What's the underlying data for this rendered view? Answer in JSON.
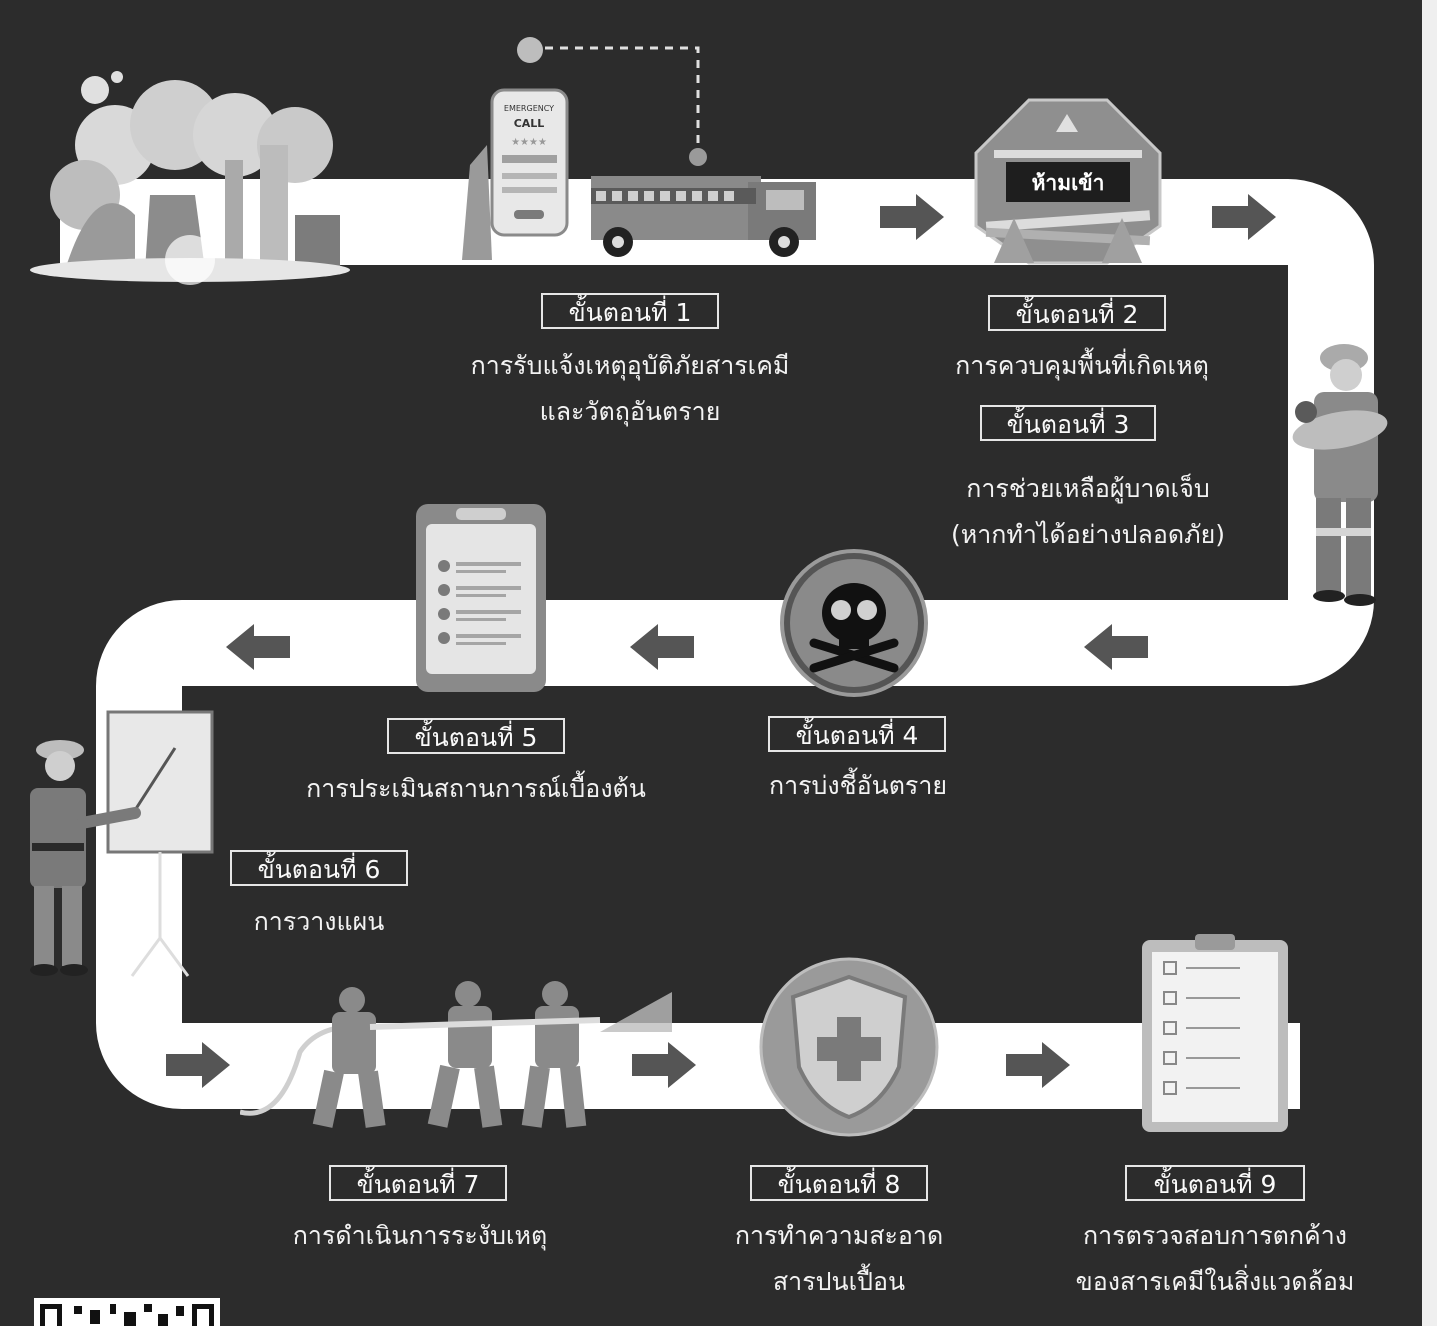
{
  "steps": [
    {
      "label": "ขั้นตอนที่ 1",
      "desc": [
        "การรับแจ้งเหตุอุบัติภัยสารเคมี",
        "และวัตถุอันตราย"
      ]
    },
    {
      "label": "ขั้นตอนที่ 2",
      "desc": [
        "การควบคุมพื้นที่เกิดเหตุ"
      ]
    },
    {
      "label": "ขั้นตอนที่ 3",
      "desc": [
        "การช่วยเหลือผู้บาดเจ็บ",
        "(หากทำได้อย่างปลอดภัย)"
      ]
    },
    {
      "label": "ขั้นตอนที่ 4",
      "desc": [
        "การบ่งชี้อันตราย"
      ]
    },
    {
      "label": "ขั้นตอนที่ 5",
      "desc": [
        "การประเมินสถานการณ์เบื้องต้น"
      ]
    },
    {
      "label": "ขั้นตอนที่ 6",
      "desc": [
        "การวางแผน"
      ]
    },
    {
      "label": "ขั้นตอนที่ 7",
      "desc": [
        "การดำเนินการระงับเหตุ"
      ]
    },
    {
      "label": "ขั้นตอนที่ 8",
      "desc": [
        "การทำความสะอาด",
        "สารปนเปื้อน"
      ]
    },
    {
      "label": "ขั้นตอนที่ 9",
      "desc": [
        "การตรวจสอบการตกค้าง",
        "ของสารเคมีในสิ่งแวดล้อม"
      ]
    }
  ],
  "phone": {
    "line1": "EMERGENCY",
    "line2": "CALL"
  },
  "sign": {
    "text": "ห้ามเข้า"
  },
  "icons": [
    "factory-icon",
    "phone-icon",
    "fire-truck-icon",
    "no-entry-sign-icon",
    "firefighter-rescue-icon",
    "skull-crossbones-icon",
    "clipboard-icon",
    "instructor-icon",
    "firefighters-hose-icon",
    "shield-cross-icon",
    "checklist-icon",
    "qr-code-icon"
  ],
  "colors": {
    "background": "#2c2c2c",
    "path": "#ffffff",
    "arrow": "#555555",
    "text": "#f3f3f3"
  }
}
